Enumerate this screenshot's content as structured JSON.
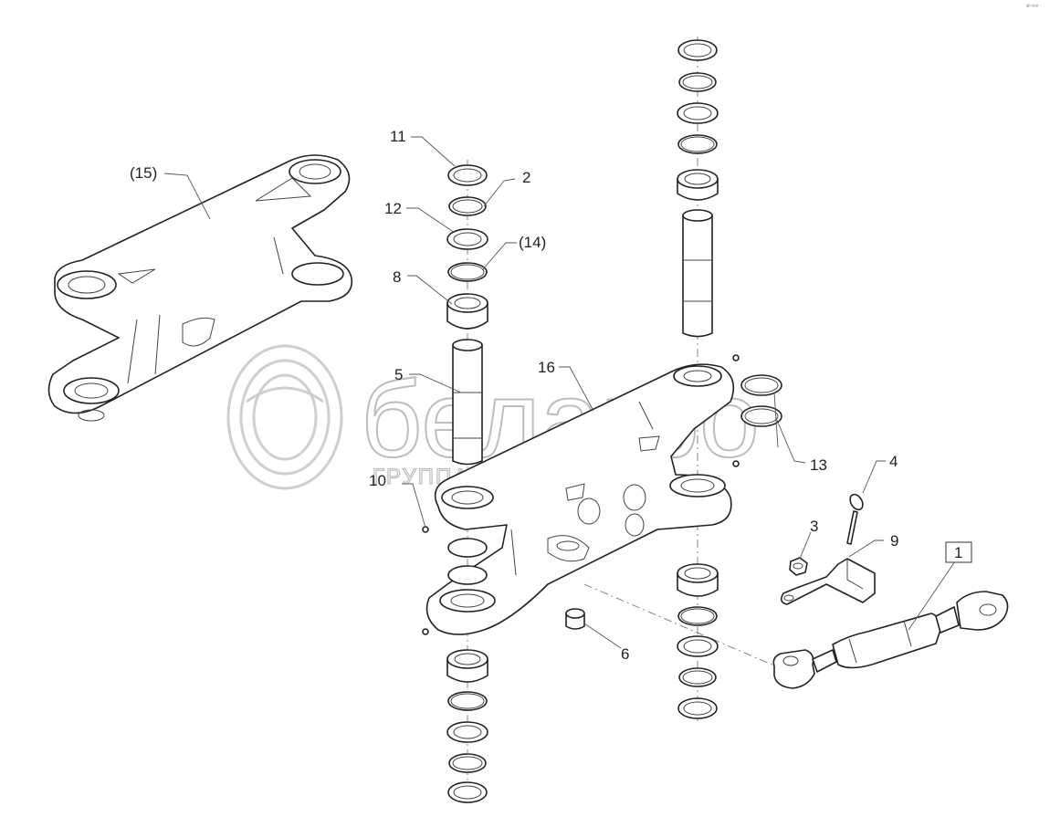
{
  "watermark": {
    "brand": "белагро",
    "subtitle": "ГРУППА КОМПАНИЙ"
  },
  "corner_mark": "ᵃᵇ ᵒᵒᵒ",
  "callouts": {
    "c1": "1",
    "c2": "2",
    "c3": "3",
    "c4": "4",
    "c5": "5",
    "c6": "6",
    "c8": "8",
    "c9": "9",
    "c10": "10",
    "c11": "11",
    "c12": "12",
    "c13": "13",
    "c14": "(14)",
    "c15": "(15)",
    "c16": "16"
  }
}
